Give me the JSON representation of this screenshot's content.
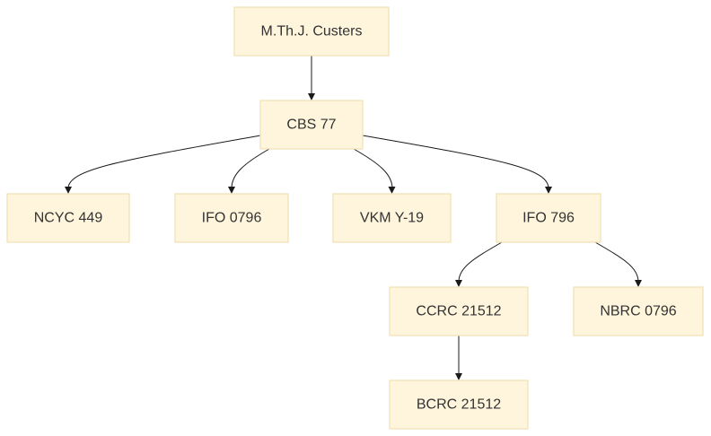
{
  "diagram": {
    "nodes": [
      {
        "id": "custers",
        "label": "M.Th.J. Custers"
      },
      {
        "id": "cbs77",
        "label": "CBS 77"
      },
      {
        "id": "ncyc449",
        "label": "NCYC 449"
      },
      {
        "id": "ifo0796",
        "label": "IFO 0796"
      },
      {
        "id": "vkmy19",
        "label": "VKM Y-19"
      },
      {
        "id": "ifo796",
        "label": "IFO 796"
      },
      {
        "id": "ccrc21512",
        "label": "CCRC 21512"
      },
      {
        "id": "nbrc0796",
        "label": "NBRC 0796"
      },
      {
        "id": "bcrc21512",
        "label": "BCRC 21512"
      }
    ],
    "edges": [
      {
        "from": "custers",
        "to": "cbs77"
      },
      {
        "from": "cbs77",
        "to": "ncyc449"
      },
      {
        "from": "cbs77",
        "to": "ifo0796"
      },
      {
        "from": "cbs77",
        "to": "vkmy19"
      },
      {
        "from": "cbs77",
        "to": "ifo796"
      },
      {
        "from": "ifo796",
        "to": "ccrc21512"
      },
      {
        "from": "ifo796",
        "to": "nbrc0796"
      },
      {
        "from": "ccrc21512",
        "to": "bcrc21512"
      }
    ]
  }
}
